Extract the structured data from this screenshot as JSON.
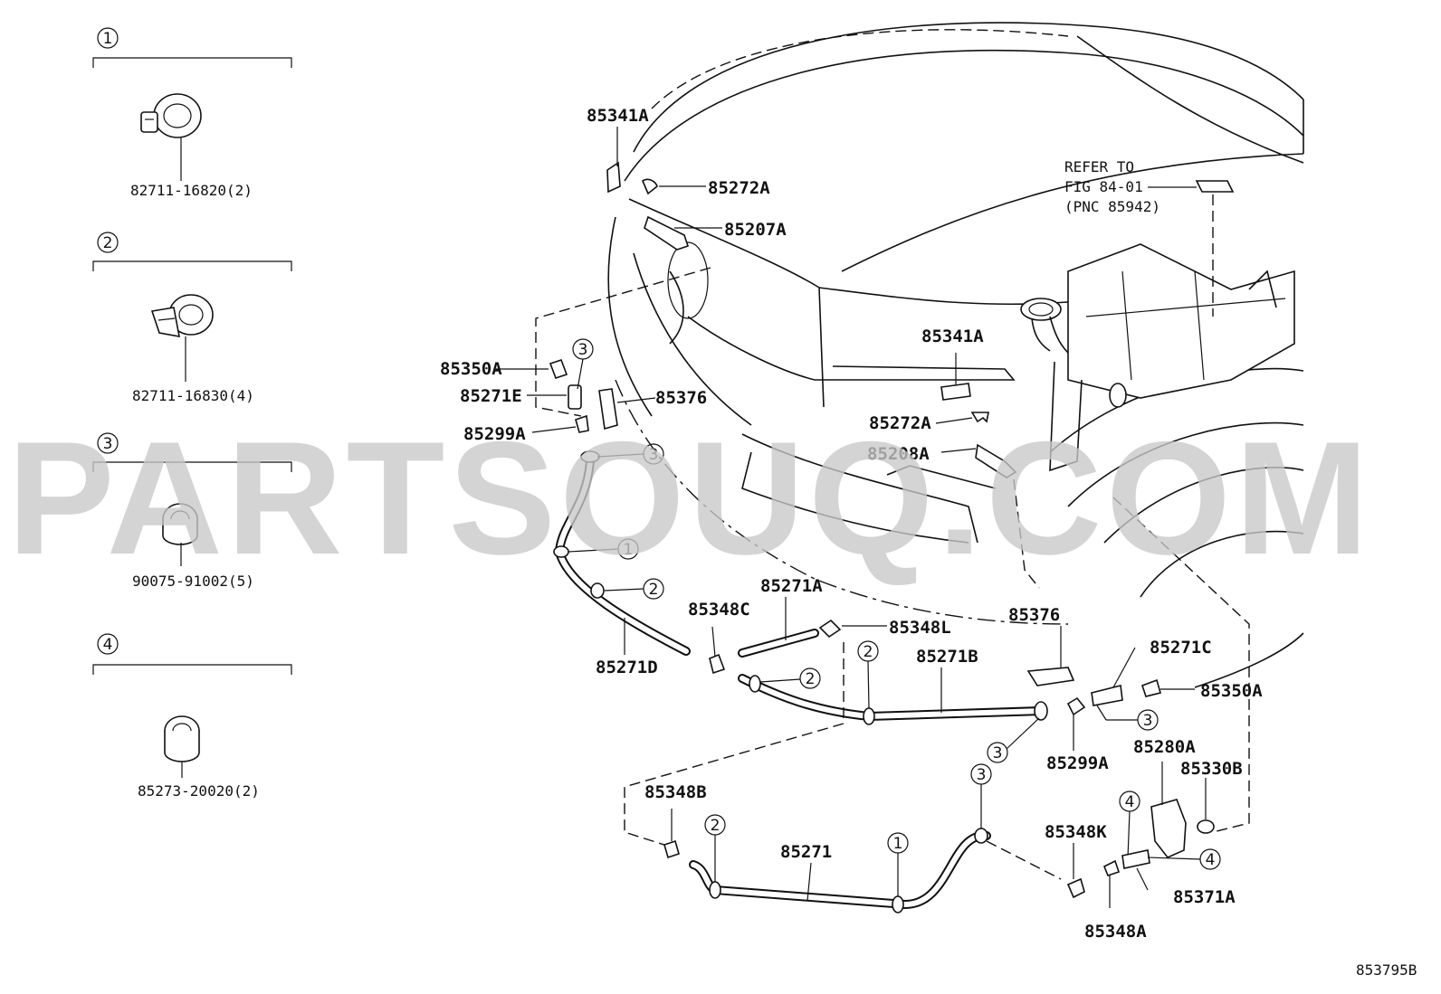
{
  "watermark": "PARTSOUQ.COM",
  "figure_code": "853795B",
  "refer_note": {
    "line1": "REFER TO",
    "line2": "FIG 84-01",
    "line3": "(PNC 85942)"
  },
  "legend": [
    {
      "num": "1",
      "part": "82711-16820(2)"
    },
    {
      "num": "2",
      "part": "82711-16830(4)"
    },
    {
      "num": "3",
      "part": "90075-91002(5)"
    },
    {
      "num": "4",
      "part": "85273-20020(2)"
    }
  ],
  "labels": {
    "l85341A_top": "85341A",
    "l85272A_top": "85272A",
    "l85207A": "85207A",
    "l85341A_mid": "85341A",
    "l85272A_mid": "85272A",
    "l85208A": "85208A",
    "l85350A_left": "85350A",
    "l85271E": "85271E",
    "l85376_left": "85376",
    "l85299A_left": "85299A",
    "l85271D": "85271D",
    "l85348C": "85348C",
    "l85271A": "85271A",
    "l85348L": "85348L",
    "l85271B": "85271B",
    "l85376_right": "85376",
    "l85271C": "85271C",
    "l85350A_right": "85350A",
    "l85299A_right": "85299A",
    "l85280A": "85280A",
    "l85330B": "85330B",
    "l85348B": "85348B",
    "l85271": "85271",
    "l85348K": "85348K",
    "l85371A": "85371A",
    "l85348A": "85348A"
  },
  "callouts": [
    "1",
    "2",
    "3",
    "4"
  ]
}
